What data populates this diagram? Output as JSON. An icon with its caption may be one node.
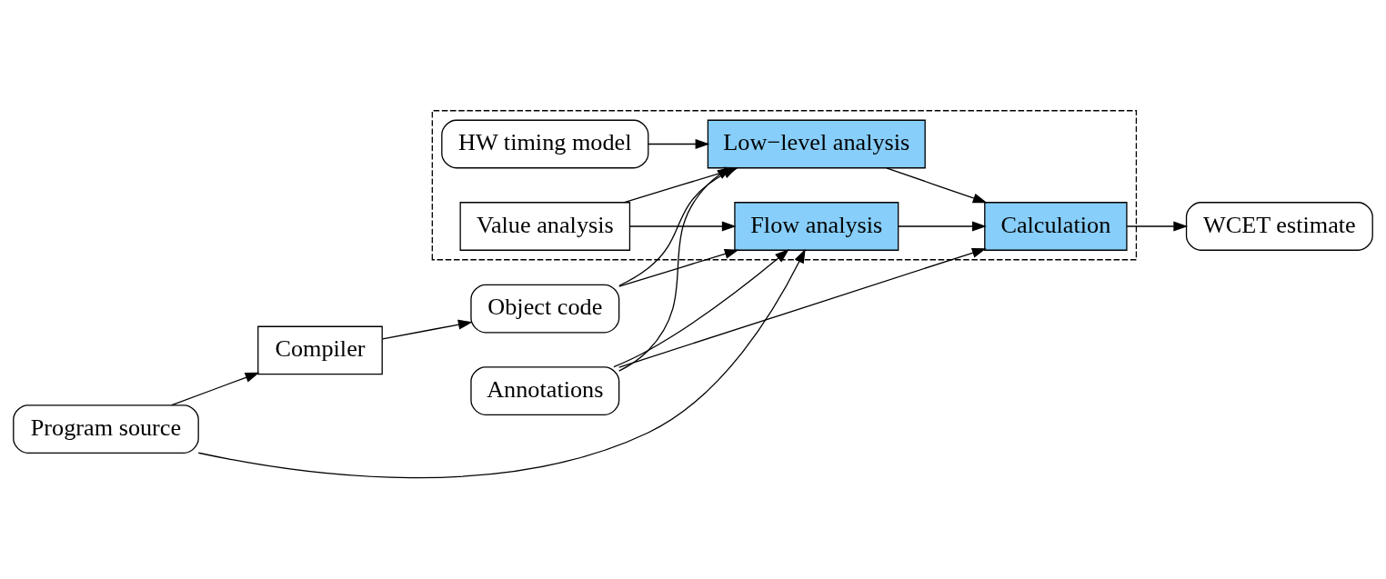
{
  "diagram": {
    "nodes": [
      {
        "text": [
          "Annotations"
        ]
      },
      {
        "text": [
          "Program source"
        ]
      },
      {
        "text": [],
        "shape": "box"
      },
      {
        "text": [
          "Flow analysis"
        ],
        "in": 2
      },
      {
        "text": [
          "Compiler"
        ]
      },
      {
        "text": [
          "Value analysis"
        ],
        "in": 2
      },
      {
        "text": [
          "Calculation"
        ],
        "in": 2
      },
      {
        "text": [
          "WCET estimate"
        ]
      },
      {
        "text": [
          "Object code"
        ]
      },
      {
        "text": [
          "Low−level analysis"
        ],
        "in": 2
      },
      {
        "text": [
          "HW timing model"
        ],
        "in": 2
      }
    ],
    "edges": [
      {
        "from": 1,
        "to": 3,
        "arrow": "to"
      },
      {
        "from": 1,
        "to": 4,
        "arrow": "to"
      },
      {
        "from": 4,
        "to": 8,
        "arrow": "to"
      },
      {
        "from": 8,
        "to": 3,
        "arrow": "to"
      },
      {
        "from": 8,
        "to": 9,
        "arrow": "to"
      },
      {
        "from": 0,
        "to": 3,
        "arrow": "to"
      },
      {
        "from": 0,
        "to": 9,
        "arrow": "to"
      },
      {
        "from": 0,
        "to": 6,
        "arrow": "to"
      },
      {
        "from": 5,
        "to": 3,
        "arrow": "to"
      },
      {
        "from": 5,
        "to": 9,
        "arrow": "to"
      },
      {
        "from": 3,
        "to": 6,
        "arrow": "to"
      },
      {
        "from": 9,
        "to": 6,
        "arrow": "to"
      },
      {
        "from": 10,
        "to": 9,
        "arrow": "to"
      },
      {
        "from": 6,
        "to": 7,
        "arrow": "to"
      }
    ]
  }
}
